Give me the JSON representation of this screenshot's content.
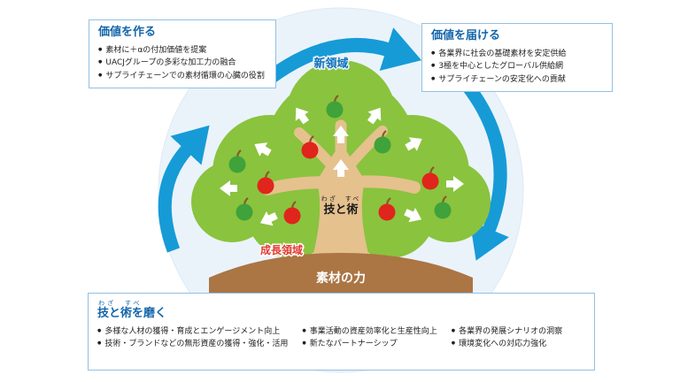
{
  "boxes": {
    "create": {
      "title": "価値を作る",
      "items": [
        "素材に＋αの付加価値を提案",
        "UACJグループの多彩な加工力の融合",
        "サプライチェーンでの素材循環の心臓の役割"
      ]
    },
    "deliver": {
      "title": "価値を届ける",
      "items": [
        "各業界に社会の基礎素材を安定供給",
        "3極を中心としたグローバル供給網",
        "サプライチェーンの安定化への貢献"
      ]
    },
    "polish": {
      "furigana": "わざ　すべ",
      "title": "技と術を磨く",
      "columns": [
        [
          "多様な人材の獲得・育成とエンゲージメント向上",
          "技術・ブランドなどの無形資産の獲得・強化・活用"
        ],
        [
          "事業活動の資産効率化と生産性向上",
          "新たなパートナーシップ"
        ],
        [
          "各業界の発展シナリオの洞察",
          "環境変化への対応力強化"
        ]
      ]
    }
  },
  "tree": {
    "new_area_label": "新領域",
    "growth_area_label": "成長領域",
    "trunk_furigana": "わざ　すべ",
    "trunk_label": "技と術",
    "ground_label": "素材の力"
  },
  "colors": {
    "title_blue": "#1465ab",
    "cycle_arrow_blue": "#169bd7",
    "new_area_blue": "#0d73ba",
    "growth_red": "#e23a2e",
    "canopy_green": "#8ac33e",
    "apple_red": "#e0251c",
    "apple_green": "#3fa23a",
    "trunk_tan": "#e5c18e",
    "ground_brown": "#ab7544",
    "background_circle": "#eaf3fa",
    "box_border": "#93c0e2"
  }
}
